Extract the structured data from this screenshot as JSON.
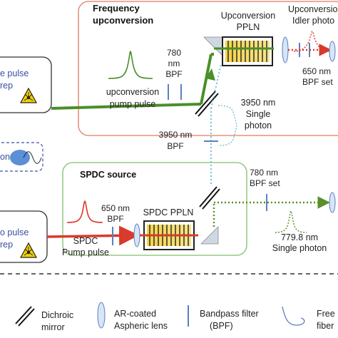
{
  "upconversion_box": {
    "title_line1": "Frequency",
    "title_line2": "upconversion",
    "border_color": "#e07a5f"
  },
  "spdc_box": {
    "title": "SPDC source",
    "border_color": "#7fbf6a"
  },
  "source_top": {
    "line1": "e pulse",
    "line2": "rep"
  },
  "source_bottom": {
    "line1": "o pulse",
    "line2": "rep"
  },
  "middle_label": "on",
  "labels": {
    "bpf_780_top": [
      "780",
      "nm",
      "BPF"
    ],
    "upconv_pump": [
      "upconversion",
      "pump pulse"
    ],
    "upconv_ppln": [
      "Upconversion",
      "PPLN"
    ],
    "upconv_idler": [
      "Upconversion",
      "Idler photo"
    ],
    "bpf_650_top": [
      "650 nm",
      "BPF set"
    ],
    "single_3950": [
      "3950 nm",
      "Single",
      "photon"
    ],
    "bpf_3950": [
      "3950 nm",
      "BPF"
    ],
    "bpf_780_bottom": [
      "780 nm",
      "BPF set"
    ],
    "bpf_650_bottom": [
      "650 nm",
      "BPF"
    ],
    "spdc_ppln": "SPDC PPLN",
    "spdc_pump": [
      "SPDC",
      "Pump pulse"
    ],
    "single_779": [
      "779.8 nm",
      "Single photon"
    ]
  },
  "legend": {
    "dichroic": [
      "Dichroic",
      "mirror"
    ],
    "lens": [
      "AR-coated",
      "Aspheric lens"
    ],
    "bpf": [
      "Bandpass filter",
      "(BPF)"
    ],
    "fiber": [
      "Free",
      "fiber"
    ]
  },
  "colors": {
    "green_beam": "#4a8f2a",
    "red_beam": "#d93a2b",
    "cyan_beam": "#6fc3d9",
    "label_blue": "#3b4fa0",
    "filter_blue": "#5b7fc0",
    "lens_fill": "#d7e6f5"
  }
}
